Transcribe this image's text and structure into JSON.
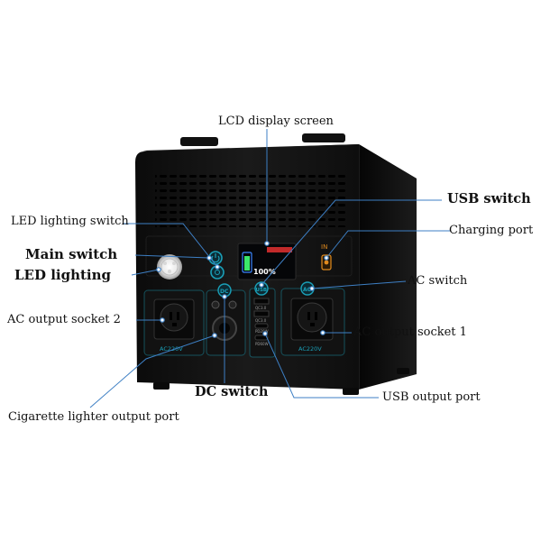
{
  "labels": {
    "lcd": "LCD display screen",
    "usb_switch": "USB switch",
    "led_lighting_switch": "LED lighting switch",
    "charging_port": "Charging port",
    "main_switch": "Main switch",
    "led_lighting": "LED lighting",
    "ac_switch": "AC switch",
    "ac_socket_2": "AC output socket 2",
    "ac_socket_1": "AC output socket 1",
    "dc_switch": "DC switch",
    "usb_output_port": "USB output port",
    "cigarette_port": "Cigarette lighter output port"
  },
  "device": {
    "lcd_readout": "100%",
    "socket_left": "AC220V",
    "socket_right": "AC220V",
    "btn_dc": "DC",
    "btn_usb": "USB",
    "btn_ac": "AC",
    "charge_in": "IN",
    "usb_port_1": "QC3.0",
    "usb_port_2": "QC3.0",
    "usb_port_3": "PD20W",
    "usb_port_4": "PD60W"
  },
  "colors": {
    "leader_line": "#3d7fc4",
    "panel_accent": "#1aa0b8",
    "lcd_green": "#3be86a",
    "lcd_blue": "#3a86ff",
    "charge_orange": "#e08a1e"
  }
}
